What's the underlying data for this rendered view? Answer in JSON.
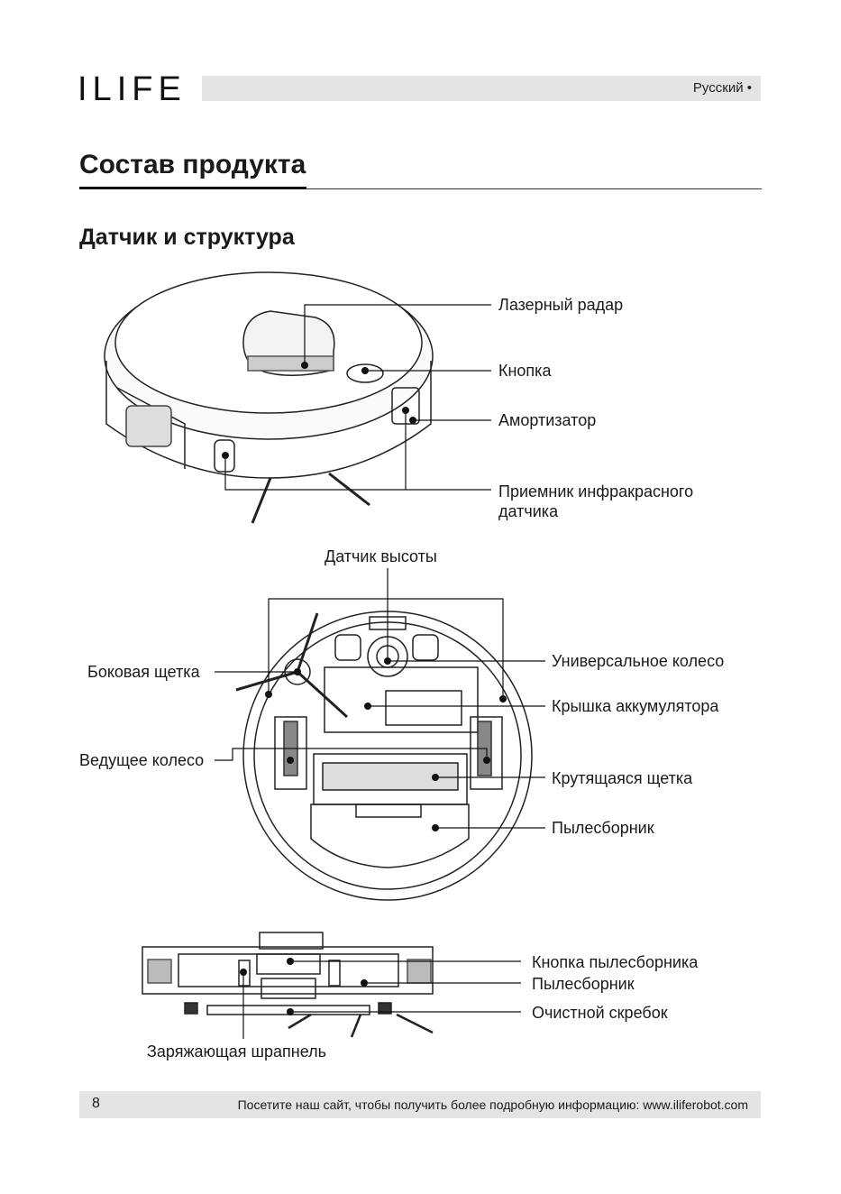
{
  "header": {
    "logo": "ILIFE",
    "language": "Русский •"
  },
  "section_title": "Состав продукта",
  "subsection_title": "Датчик и структура",
  "top_view": {
    "labels": [
      "Лазерный радар",
      "Кнопка",
      "Амортизатор",
      "Приемник инфракрасного",
      "датчика"
    ]
  },
  "bottom_view": {
    "height_sensor": "Датчик высоты",
    "side_brush": "Боковая щетка",
    "drive_wheel": "Ведущее колесо",
    "universal_wheel": "Универсальное колесо",
    "battery_cover": "Крышка аккумулятора",
    "rolling_brush": "Крутящаяся щетка",
    "dustbin": "Пылесборник"
  },
  "side_view": {
    "dustbin_button": "Кнопка пылесборника",
    "dustbin": "Пылесборник",
    "scraper": "Очистной скребок",
    "charging_contacts": "Заряжающая шрапнель"
  },
  "footer": {
    "page_number": "8",
    "text": "Посетите наш сайт, чтобы получить более подробную информацию: www.iliferobot.com"
  }
}
